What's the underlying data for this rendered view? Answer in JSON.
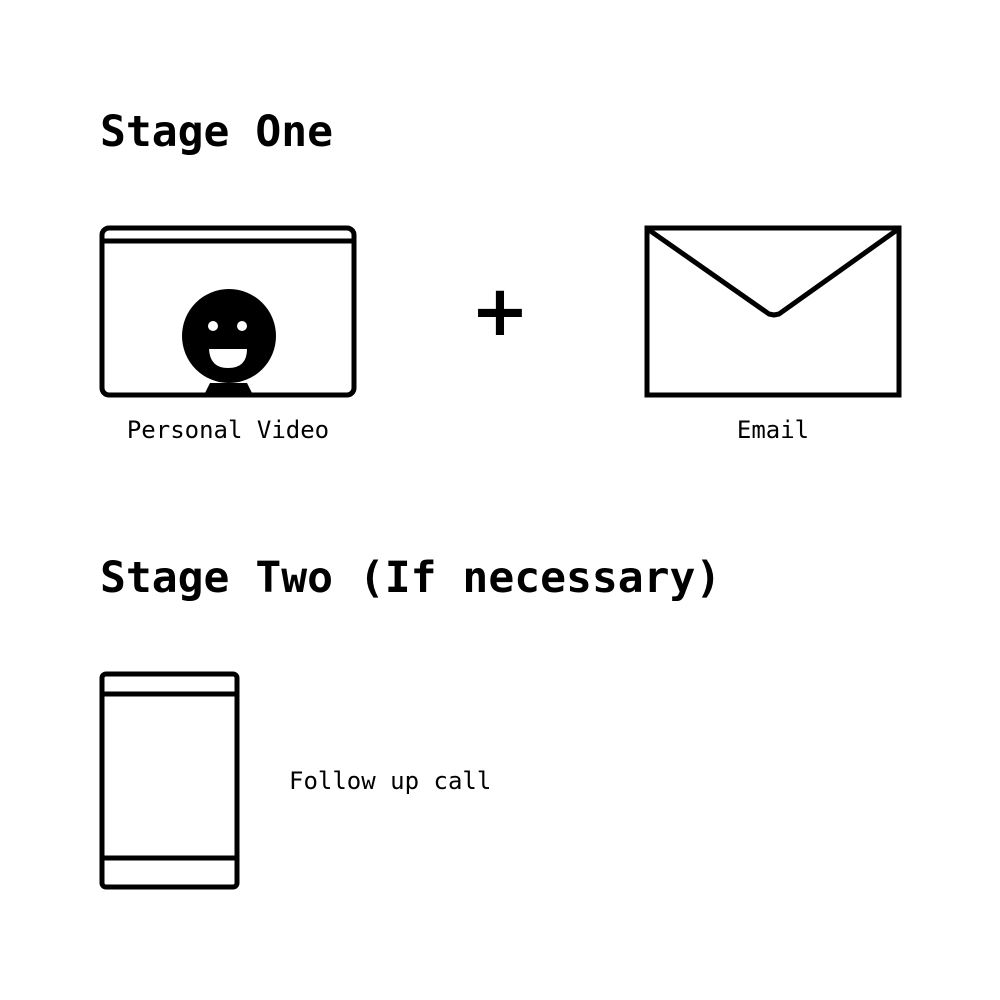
{
  "stage_one": {
    "title": "Stage One",
    "items": [
      {
        "label": "Personal Video",
        "icon": "video-window-icon"
      },
      {
        "label": "Email",
        "icon": "envelope-icon"
      }
    ],
    "connector": "+"
  },
  "stage_two": {
    "title": "Stage Two (If necessary)",
    "items": [
      {
        "label": "Follow up call",
        "icon": "phone-icon"
      }
    ]
  },
  "colors": {
    "ink": "#000000",
    "background": "#ffffff"
  }
}
